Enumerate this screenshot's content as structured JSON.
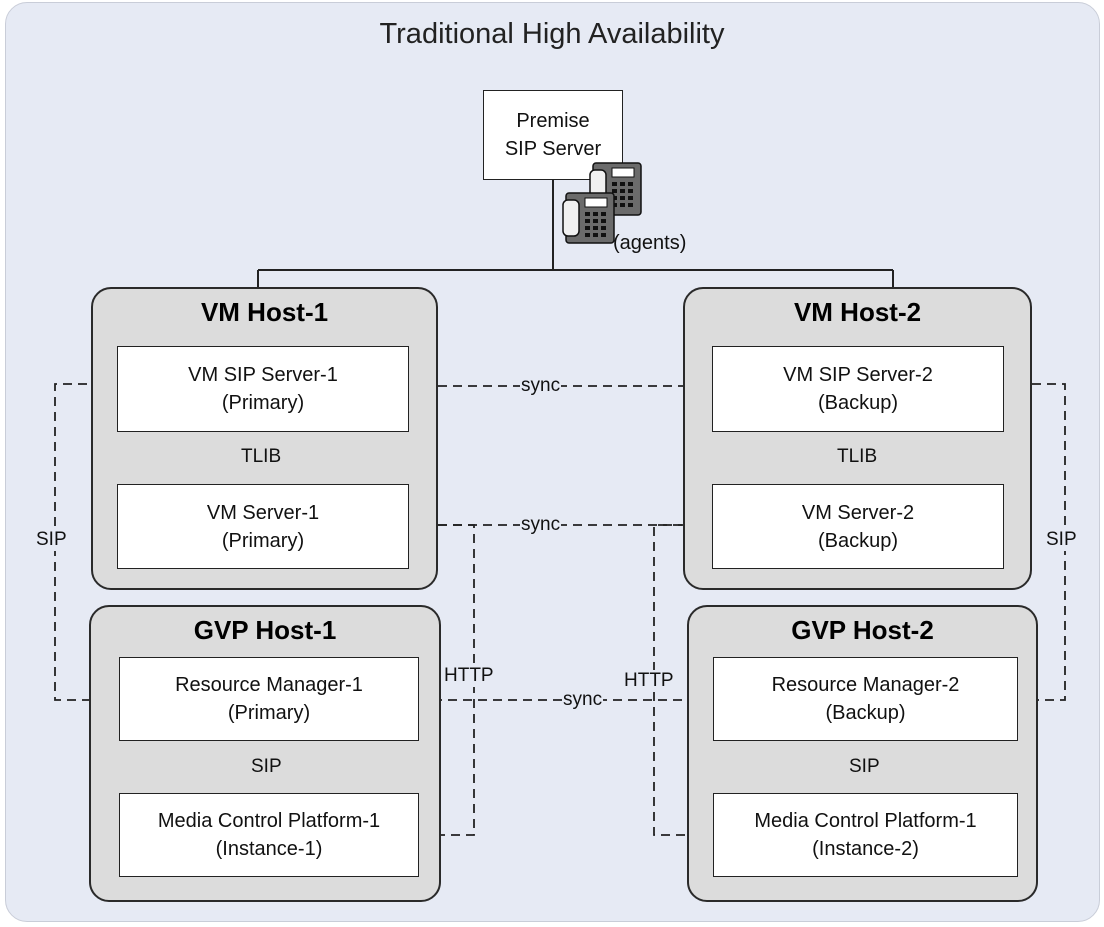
{
  "title": "Traditional High Availability",
  "premise": {
    "line1": "Premise",
    "line2": "SIP Server"
  },
  "agents_label": "(agents)",
  "hosts": {
    "vm1": {
      "title": "VM Host-1",
      "top": {
        "line1": "VM SIP Server-1",
        "line2": "(Primary)"
      },
      "bottom": {
        "line1": "VM Server-1",
        "line2": "(Primary)"
      },
      "link": "TLIB"
    },
    "vm2": {
      "title": "VM Host-2",
      "top": {
        "line1": "VM SIP Server-2",
        "line2": "(Backup)"
      },
      "bottom": {
        "line1": "VM Server-2",
        "line2": "(Backup)"
      },
      "link": "TLIB"
    },
    "gvp1": {
      "title": "GVP Host-1",
      "top": {
        "line1": "Resource Manager-1",
        "line2": "(Primary)"
      },
      "bottom": {
        "line1": "Media Control Platform-1",
        "line2": "(Instance-1)"
      },
      "link": "SIP"
    },
    "gvp2": {
      "title": "GVP Host-2",
      "top": {
        "line1": "Resource Manager-2",
        "line2": "(Backup)"
      },
      "bottom": {
        "line1": "Media Control Platform-1",
        "line2": "(Instance-2)"
      },
      "link": "SIP"
    }
  },
  "connectors": {
    "sync": "sync",
    "sip": "SIP",
    "http": "HTTP"
  }
}
